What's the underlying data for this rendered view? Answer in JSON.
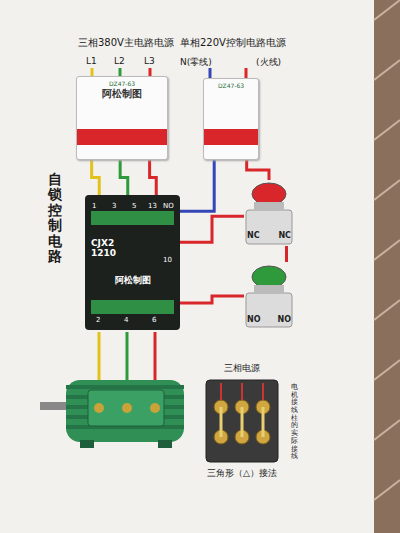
{
  "diagram": {
    "nodes": [
      {
        "text": [
          "DZ47-63",
          "阿松制图"
        ]
      },
      {
        "text": [
          "DZ47-63"
        ]
      },
      {
        "text": [
          "CJX2 1210",
          "阿松制图"
        ]
      },
      {
        "text": [
          "NC",
          "NC"
        ]
      },
      {
        "text": [
          "NO",
          "NO"
        ]
      },
      {
        "text": [
          "三相电源",
          "三角形（△）接法"
        ]
      }
    ],
    "edges": [
      {
        "from": 0,
        "to": 2,
        "arrow": "none"
      },
      {
        "from": 0,
        "to": 2,
        "arrow": "none"
      },
      {
        "from": 0,
        "to": 2,
        "arrow": "none"
      },
      {
        "from": 1,
        "to": 2,
        "arrow": "none"
      },
      {
        "from": 1,
        "to": 3,
        "arrow": "none"
      },
      {
        "from": 3,
        "to": 4,
        "arrow": "none"
      },
      {
        "from": 3,
        "to": 2,
        "arrow": "none"
      },
      {
        "from": 4,
        "to": 2,
        "arrow": "none"
      }
    ],
    "labels": [
      "三相380V主电路电源",
      "单相220V控制电路电源",
      "L1",
      "L2",
      "L3",
      "N(零线)",
      "(火线)",
      "自锁控制电路",
      "1",
      "3",
      "5",
      "13",
      "NO",
      "10",
      "2",
      "4",
      "6",
      "电机接线柱的实际接线"
    ]
  }
}
